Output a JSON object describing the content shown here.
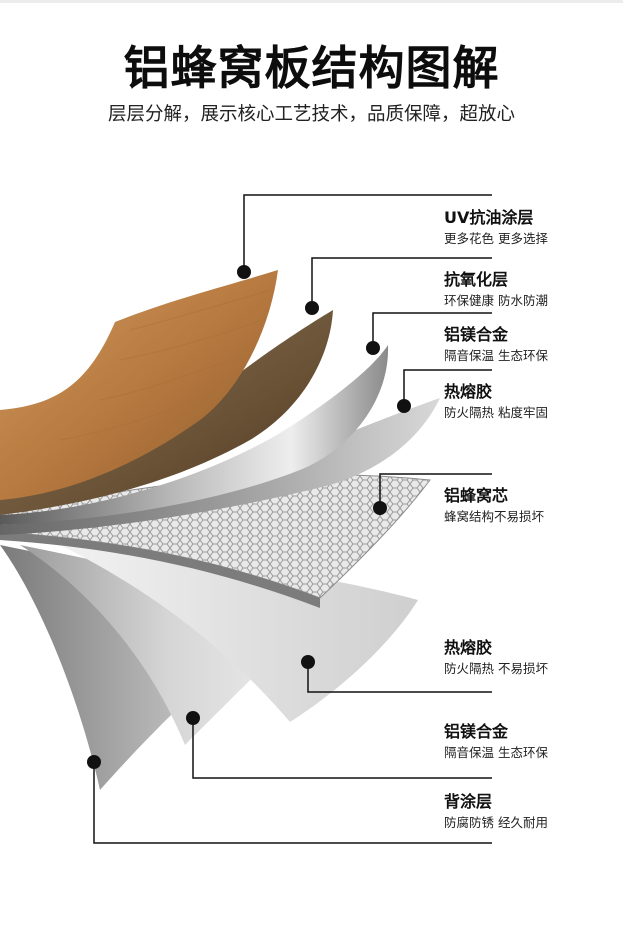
{
  "title": "铝蜂窝板结构图解",
  "subtitle": "层层分解，展示核心工艺技术，品质保障，超放心",
  "layers": [
    {
      "name": "UV抗油涂层",
      "desc": "更多花色 更多选择"
    },
    {
      "name": "抗氧化层",
      "desc": "环保健康 防水防潮"
    },
    {
      "name": "铝镁合金",
      "desc": "隔音保温 生态环保"
    },
    {
      "name": "热熔胶",
      "desc": "防火隔热 粘度牢固"
    },
    {
      "name": "铝蜂窝芯",
      "desc": "蜂窝结构不易损坏"
    },
    {
      "name": "热熔胶",
      "desc": "防火隔热 不易损坏"
    },
    {
      "name": "铝镁合金",
      "desc": "隔音保温 生态环保"
    },
    {
      "name": "背涂层",
      "desc": "防腐防锈 经久耐用"
    }
  ]
}
